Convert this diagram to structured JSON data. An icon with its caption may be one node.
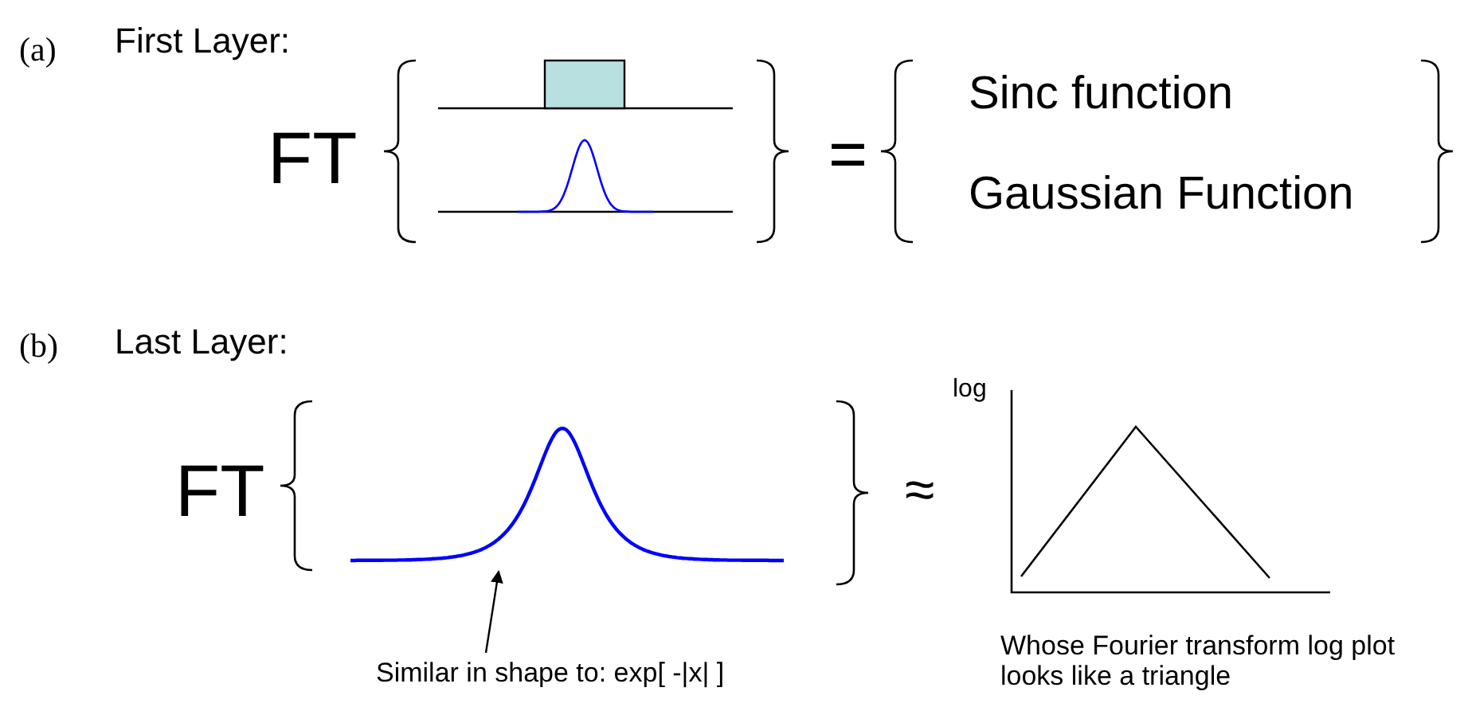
{
  "diagram": {
    "nodes": [
      {
        "text": [
          "Similar in shape to: exp[ -|x| ]"
        ]
      },
      {
        "text": [],
        "shape": "picture"
      }
    ],
    "edges": [
      {
        "from": 0,
        "to": 1,
        "arrow": "to"
      }
    ],
    "labels": [
      "(a)",
      "First Layer:",
      "FT",
      "=",
      "Sinc function",
      "Gaussian Function",
      "(b)",
      "Last Layer:",
      "FT",
      "≈",
      "log",
      "Whose Fourier transform log plot looks like a triangle"
    ]
  }
}
